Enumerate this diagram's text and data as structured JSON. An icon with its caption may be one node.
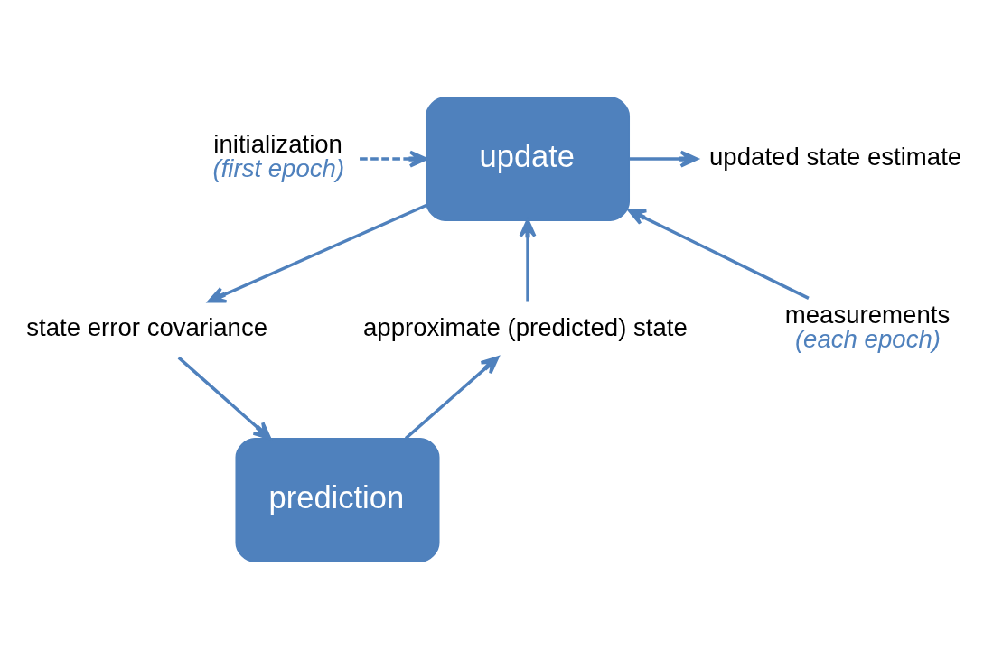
{
  "diagram": {
    "nodes": [
      {
        "text": [
          "initialization",
          "(first epoch)"
        ]
      },
      {
        "text": [
          "update"
        ]
      },
      {
        "text": [
          "updated state estimate"
        ]
      },
      {
        "text": [
          "approximate (predicted) state"
        ]
      },
      {
        "text": [
          "measurements",
          "(each epoch)"
        ]
      },
      {
        "text": [
          "state error covariance"
        ]
      },
      {
        "text": [
          "prediction"
        ]
      }
    ],
    "edges": [
      {
        "from": 0,
        "to": 1,
        "arrow": "to",
        "style": "dashed"
      },
      {
        "from": 1,
        "to": 2,
        "arrow": "to"
      },
      {
        "from": 1,
        "to": 5,
        "arrow": "to"
      },
      {
        "from": 5,
        "to": 6,
        "arrow": "to"
      },
      {
        "from": 6,
        "to": 3,
        "arrow": "to"
      },
      {
        "from": 3,
        "to": 1,
        "arrow": "to"
      },
      {
        "from": 4,
        "to": 1,
        "arrow": "to"
      }
    ]
  }
}
